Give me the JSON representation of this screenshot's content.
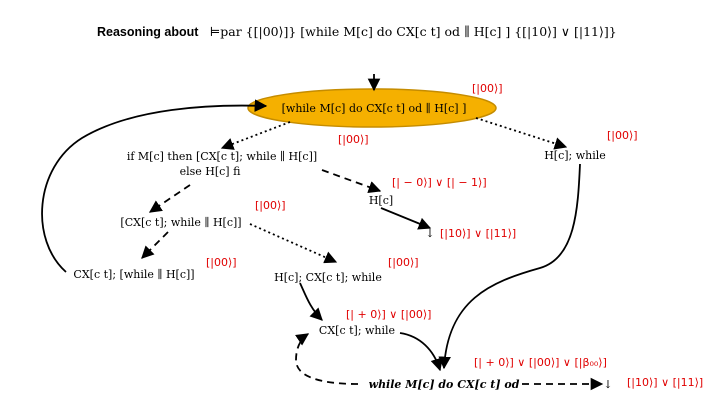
{
  "header": {
    "title_prefix": "Reasoning about",
    "title_formula": "⊨par {[|00⟩]} [while M[c] do CX[c t] od ∥ H[c] ] {[|10⟩] ∨ [|11⟩]}"
  },
  "nodes": {
    "root": "[while M[c] do CX[c t] od ∥ H[c] ]",
    "if_line1": "if M[c] then [CX[c t]; while ∥ H[c]]",
    "if_line2": "else H[c] fi",
    "hc_while": "H[c]; while",
    "hc": "H[c]",
    "terminal_a": "↓",
    "cx_par": "[CX[c t]; while ∥ H[c]]",
    "cx_loop": "CX[c t]; [while ∥ H[c]]",
    "hc_cx_while": "H[c]; CX[c t]; while",
    "cx_while": "CX[c t]; while",
    "while_loop": "while M[c] do CX[c t] od",
    "terminal_b": "↓"
  },
  "labels": {
    "root": "[|00⟩]",
    "if_node": "[|00⟩]",
    "hc_while": "[|00⟩]",
    "hc": "[| − 0⟩] ∨ [| − 1⟩]",
    "terminal_a": "[|10⟩] ∨ [|11⟩]",
    "cx_par": "[|00⟩]",
    "cx_loop": "[|00⟩]",
    "hc_cx_while": "[|00⟩]",
    "cx_while": "[| + 0⟩] ∨ [|00⟩]",
    "while_loop": "[| + 0⟩] ∨ [|00⟩] ∨ [|β₀₀⟩]",
    "terminal_b": "[|10⟩] ∨ [|11⟩]"
  },
  "colors": {
    "root_fill": "#f5b000",
    "label_text": "#e00000",
    "node_text": "#000000"
  }
}
